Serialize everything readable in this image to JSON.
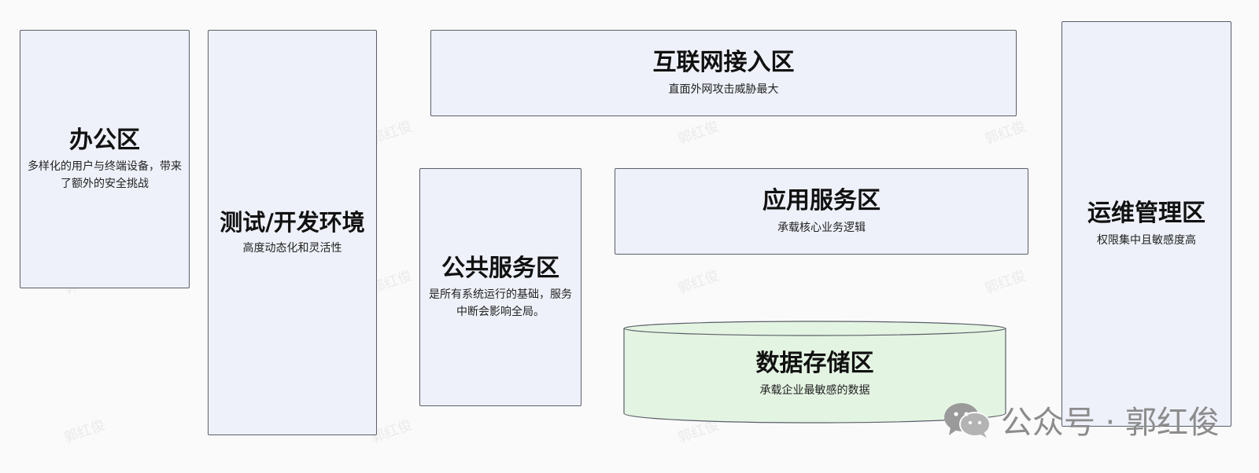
{
  "zones": {
    "office": {
      "title": "办公区",
      "desc": "多样化的用户与终端设备，带来了额外的安全挑战"
    },
    "testdev": {
      "title": "测试/开发环境",
      "desc": "高度动态化和灵活性"
    },
    "internet": {
      "title": "互联网接入区",
      "desc": "直面外网攻击威胁最大"
    },
    "public": {
      "title": "公共服务区",
      "desc": "是所有系统运行的基础，服务中断会影响全局。"
    },
    "app": {
      "title": "应用服务区",
      "desc": "承载核心业务逻辑"
    },
    "storage": {
      "title": "数据存储区",
      "desc": "承载企业最敏感的数据"
    },
    "ops": {
      "title": "运维管理区",
      "desc": "权限集中且敏感度高"
    }
  },
  "watermark": {
    "text": "郭红俊"
  },
  "footer": {
    "credit": "公众号 · 郭红俊",
    "icon": "wechat-icon"
  },
  "colors": {
    "zone_fill": "#eef1f9",
    "storage_fill": "#e4f4e2",
    "border": "#5a5f6a"
  }
}
